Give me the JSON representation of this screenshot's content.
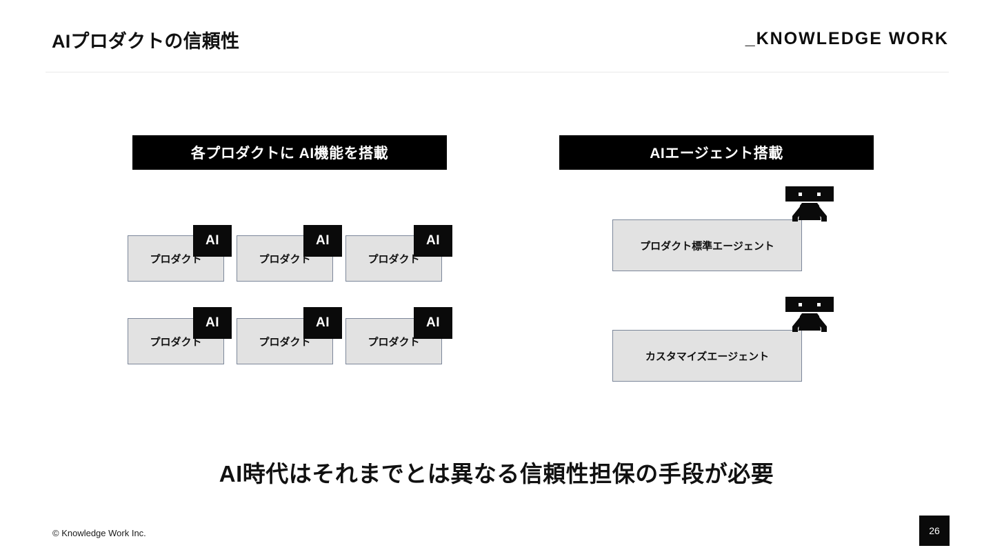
{
  "header": {
    "title": "AIプロダクトの信頼性",
    "logo": "_KNOWLEDGE WORK"
  },
  "sections": {
    "left": {
      "bar_label": "各プロダクトに AI機能を搭載",
      "badge_label": "AI",
      "boxes": [
        {
          "label": "プロダクト"
        },
        {
          "label": "プロダクト"
        },
        {
          "label": "プロダクト"
        },
        {
          "label": "プロダクト"
        },
        {
          "label": "プロダクト"
        },
        {
          "label": "プロダクト"
        }
      ]
    },
    "right": {
      "bar_label": "AIエージェント搭載",
      "boxes": [
        {
          "label": "プロダクト標準エージェント",
          "icon": "robot-icon"
        },
        {
          "label": "カスタマイズエージェント",
          "icon": "robot-icon"
        }
      ]
    }
  },
  "tagline": "AI時代はそれまでとは異なる信頼性担保の手段が必要",
  "footer": {
    "copyright": "© Knowledge Work Inc.",
    "page_number": "26"
  },
  "colors": {
    "accent_black": "#000000",
    "box_fill": "#e2e2e2",
    "box_border": "#7b8699",
    "rule": "#e8e8e8",
    "text": "#111111"
  }
}
